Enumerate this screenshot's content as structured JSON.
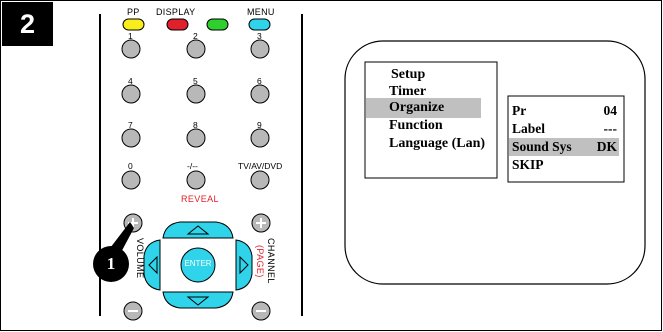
{
  "step": {
    "number": "2"
  },
  "remote": {
    "color_buttons": [
      {
        "label": "PP",
        "color": "#f8ee1c"
      },
      {
        "label": "DISPLAY",
        "color": "#e0202a"
      },
      {
        "label": "",
        "color": "#2ed02e"
      },
      {
        "label": "MENU",
        "color": "#2fd3ea"
      }
    ],
    "keypad": {
      "keys": [
        "1",
        "2",
        "3",
        "4",
        "5",
        "6",
        "7",
        "8",
        "9",
        "0",
        "-/--",
        "TV/AV/DVD"
      ],
      "reveal_label": "REVEAL"
    },
    "volume": {
      "label": "VOLUME",
      "plus": "+",
      "minus": "–"
    },
    "channel": {
      "label": "CHANNEL",
      "sub_label": "(PAGE)",
      "plus": "+",
      "minus": "–"
    },
    "nav": {
      "enter_label": "ENTER",
      "color": "#2fd3ea"
    },
    "callout": {
      "number": "1"
    }
  },
  "tv_screen": {
    "main_menu": {
      "items": [
        "Setup",
        "Timer",
        "Organize",
        "Function",
        "Language (Lan)"
      ],
      "selected": "Organize"
    },
    "submenu": {
      "rows": [
        {
          "label": "Pr",
          "value": "04"
        },
        {
          "label": "Label",
          "value": "---"
        },
        {
          "label": "Sound Sys",
          "value": "DK",
          "selected": true
        },
        {
          "label": "SKIP",
          "value": ""
        }
      ]
    }
  },
  "colors": {
    "button_gray": "#b8b8b8",
    "highlight_gray": "#c0c0c0",
    "accent_cyan": "#2fd3ea"
  }
}
